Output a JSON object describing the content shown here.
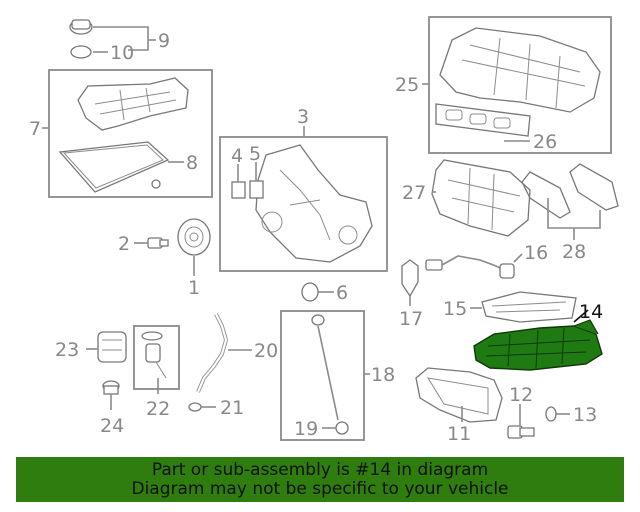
{
  "diagram": {
    "labels": {
      "p1": "1",
      "p2": "2",
      "p3": "3",
      "p4": "4",
      "p5": "5",
      "p6": "6",
      "p7": "7",
      "p8": "8",
      "p9": "9",
      "p10": "10",
      "p11": "11",
      "p12": "12",
      "p13": "13",
      "p14": "14",
      "p15": "15",
      "p16": "16",
      "p17": "17",
      "p18": "18",
      "p19": "19",
      "p20": "20",
      "p21": "21",
      "p22": "22",
      "p23": "23",
      "p24": "24",
      "p25": "25",
      "p26": "26",
      "p27": "27",
      "p28": "28"
    },
    "highlight_color": "#1f7a12",
    "line_color": "#8a8a8a"
  },
  "banner": {
    "line1": "Part or sub-assembly is #14 in diagram",
    "line2": "Diagram may not be specific to your vehicle",
    "background": "#2e7d0e"
  }
}
